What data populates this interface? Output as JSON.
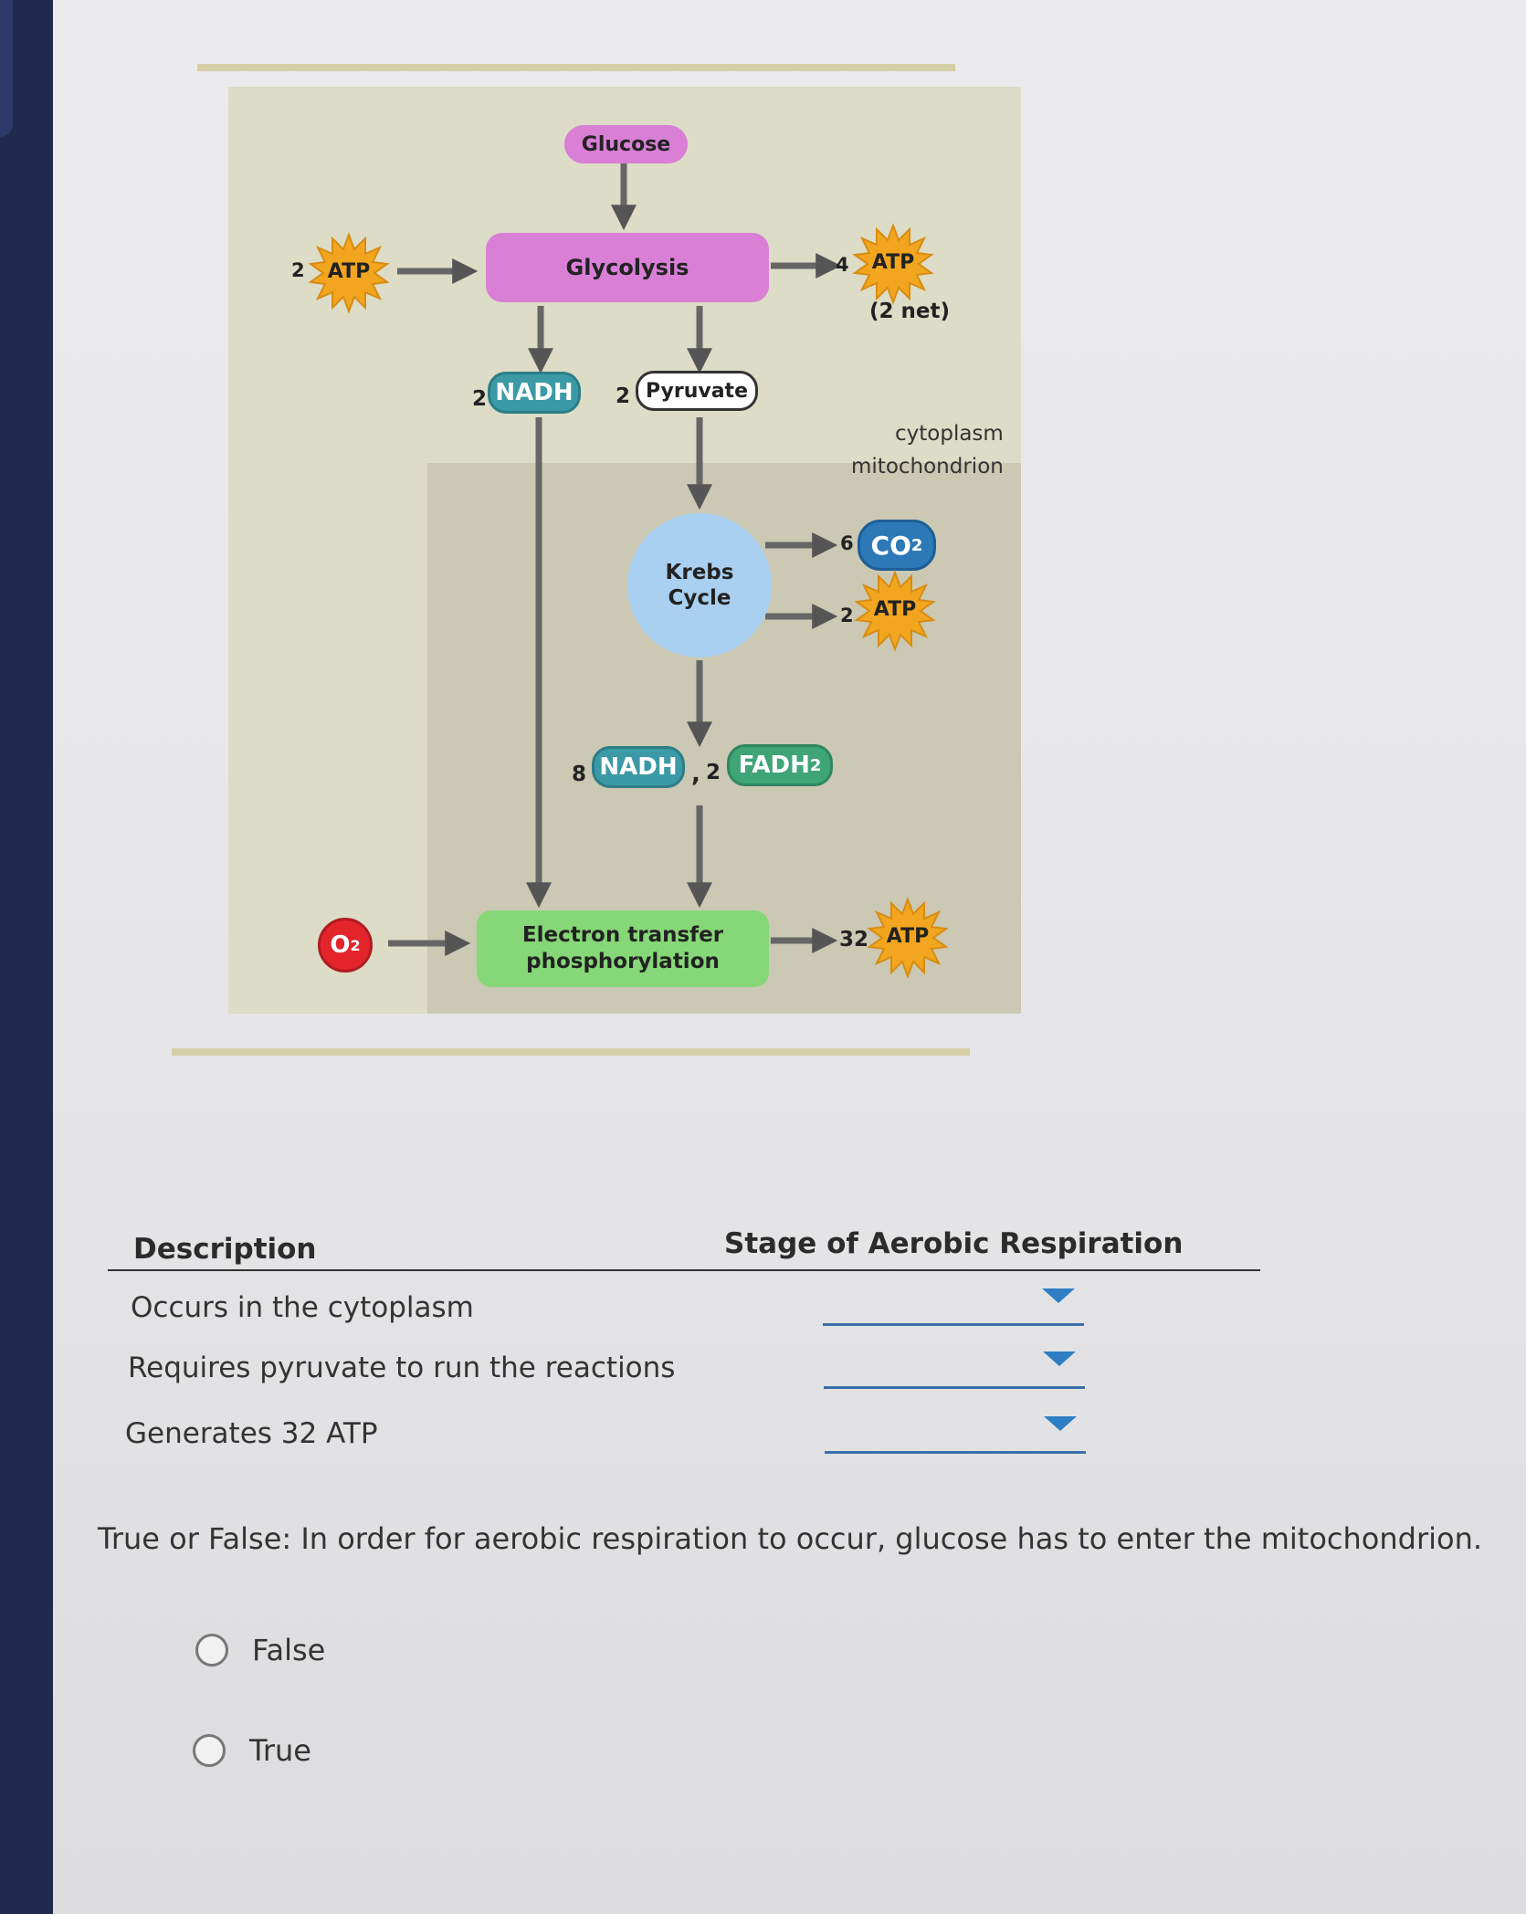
{
  "diagram": {
    "glucose": "Glucose",
    "glycolysis": "Glycolysis",
    "krebs_line1": "Krebs",
    "krebs_line2": "Cycle",
    "etc_line1": "Electron transfer",
    "etc_line2": "phosphorylation",
    "atp_in": {
      "count": "2",
      "label": "ATP"
    },
    "atp_glycolysis": {
      "count": "4",
      "label": "ATP",
      "net": "(2 net)"
    },
    "nadh_glycolysis": {
      "count": "2",
      "label": "NADH"
    },
    "pyruvate": {
      "count": "2",
      "label": "Pyruvate"
    },
    "cytoplasm_label": "cytoplasm",
    "mitochondrion_label": "mitochondrion",
    "co2": {
      "count": "6",
      "label": "CO",
      "sub": "2"
    },
    "atp_krebs": {
      "count": "2",
      "label": "ATP"
    },
    "nadh_krebs": {
      "count": "8",
      "label": "NADH",
      "sep": ","
    },
    "fadh": {
      "count": "2",
      "label": "FADH",
      "sub": "2"
    },
    "o2": {
      "label": "O",
      "sub": "2"
    },
    "atp_etc": {
      "count": "32",
      "label": "ATP"
    },
    "colors": {
      "glycolysis": "#d97fd6",
      "krebs": "#a9d0f1",
      "etc": "#86d777",
      "nadh": "#3b9aa6",
      "fadh": "#3fa476",
      "co2": "#2d79b8",
      "o2": "#e3242b",
      "atp": "#f2a51f"
    }
  },
  "table": {
    "col_description": "Description",
    "col_stage": "Stage of Aerobic Respiration",
    "rows": [
      {
        "description": "Occurs in the cytoplasm",
        "selected": ""
      },
      {
        "description": "Requires pyruvate to run the reactions",
        "selected": ""
      },
      {
        "description": "Generates 32 ATP",
        "selected": ""
      }
    ]
  },
  "question": {
    "text": "True or False: In order for aerobic respiration to occur, glucose has to enter the mitochondrion.",
    "options": [
      "False",
      "True"
    ]
  }
}
